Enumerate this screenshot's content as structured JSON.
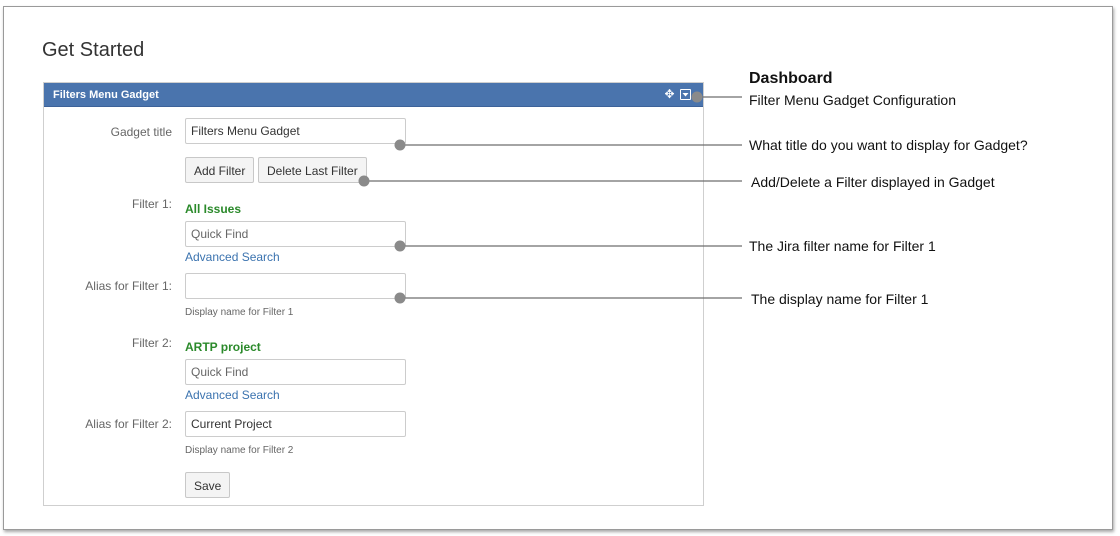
{
  "page": {
    "title": "Get Started"
  },
  "gadget": {
    "title": "Filters Menu Gadget",
    "header_icons": [
      "move-icon",
      "menu-dropdown-icon"
    ],
    "fields": {
      "gadget_title": {
        "label": "Gadget title",
        "value": "Filters Menu Gadget"
      },
      "filter1": {
        "label": "Filter 1:",
        "selected_name": "All Issues",
        "quick_find_placeholder": "Quick Find",
        "advanced_search": "Advanced Search"
      },
      "alias1": {
        "label": "Alias for Filter 1:",
        "value": "",
        "hint": "Display name for Filter 1"
      },
      "filter2": {
        "label": "Filter 2:",
        "selected_name": "ARTP project",
        "quick_find_placeholder": "Quick Find",
        "advanced_search": "Advanced Search"
      },
      "alias2": {
        "label": "Alias for Filter 2:",
        "value": "Current Project",
        "hint": "Display name for Filter 2"
      }
    },
    "buttons": {
      "add_filter": "Add Filter",
      "delete_last_filter": "Delete Last Filter",
      "save": "Save"
    },
    "colors": {
      "header": "#4a74ad",
      "filter_name": "#2b8a2b",
      "link": "#3b73af"
    }
  },
  "annotations": {
    "dashboard_heading": "Dashboard",
    "config_subtitle": "Filter Menu Gadget  Configuration",
    "title_note": "What title do you want to display for Gadget?",
    "add_delete_note": "Add/Delete a Filter displayed in Gadget",
    "filter_note": "The Jira filter name for Filter 1",
    "display_note": "The display name for Filter 1"
  }
}
